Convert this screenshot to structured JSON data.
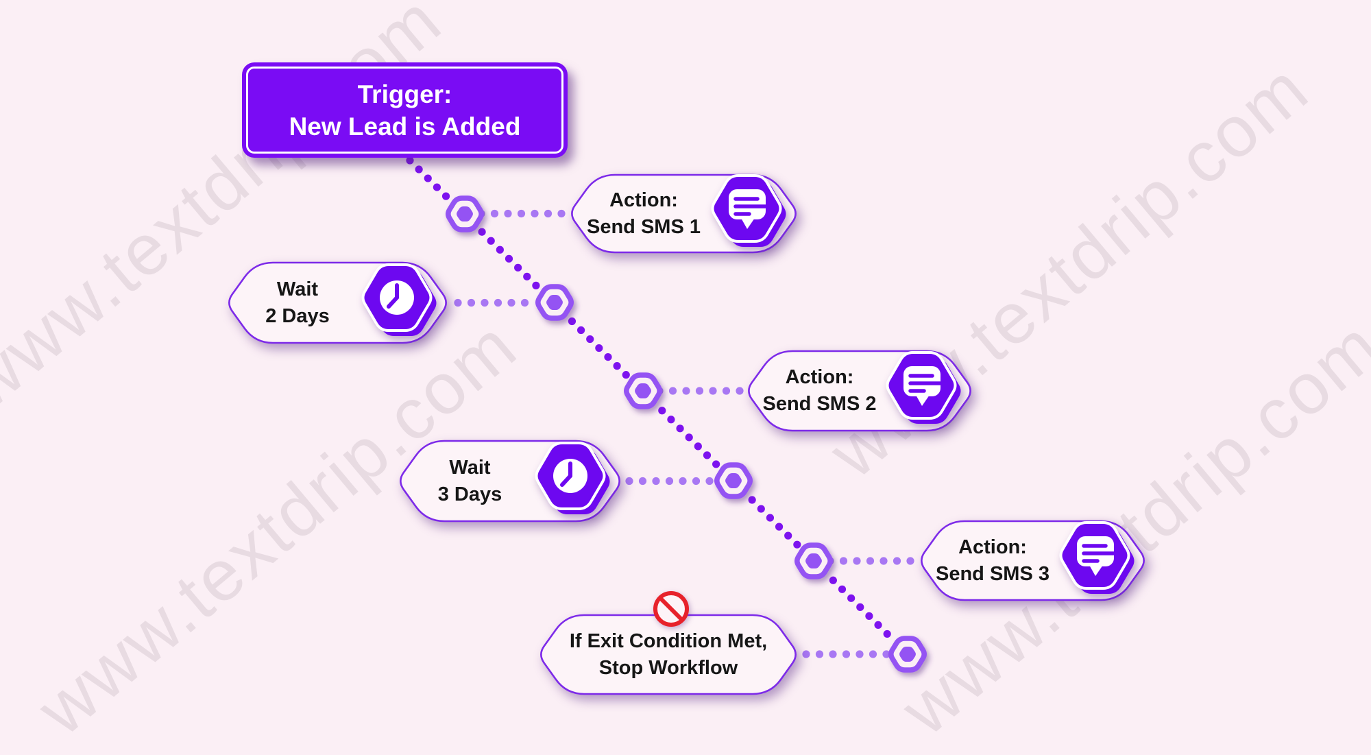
{
  "page": {
    "watermark_text": "www.textdrip.com",
    "background": "#fbeff5"
  },
  "colors": {
    "trigger_purple": "#7a0cf4",
    "icon_purple": "#6d08f0",
    "card_border": "#7d2ae9",
    "card_background": "#fdf4f8",
    "node_purple": "#9452f3",
    "branch_dot_purple": "#a877f3",
    "diagonal_dot_purple": "#7d12ef",
    "text_ink": "#161616",
    "stop_red": "#e7222b"
  },
  "trigger": {
    "line1": "Trigger:",
    "line2": "New Lead is Added"
  },
  "steps": [
    {
      "id": "send-sms-1",
      "type": "action",
      "icon": "sms-message-icon",
      "line1": "Action:",
      "line2": "Send SMS 1"
    },
    {
      "id": "wait-2-days",
      "type": "wait",
      "icon": "clock-icon",
      "line1": "Wait",
      "line2": "2 Days"
    },
    {
      "id": "send-sms-2",
      "type": "action",
      "icon": "sms-message-icon",
      "line1": "Action:",
      "line2": "Send SMS 2"
    },
    {
      "id": "wait-3-days",
      "type": "wait",
      "icon": "clock-icon",
      "line1": "Wait",
      "line2": "3 Days"
    },
    {
      "id": "send-sms-3",
      "type": "action",
      "icon": "sms-message-icon",
      "line1": "Action:",
      "line2": "Send SMS 3"
    },
    {
      "id": "exit-condition",
      "type": "exit",
      "icon": "prohibition-icon",
      "line1": "If Exit Condition Met,",
      "line2": "Stop Workflow"
    }
  ]
}
